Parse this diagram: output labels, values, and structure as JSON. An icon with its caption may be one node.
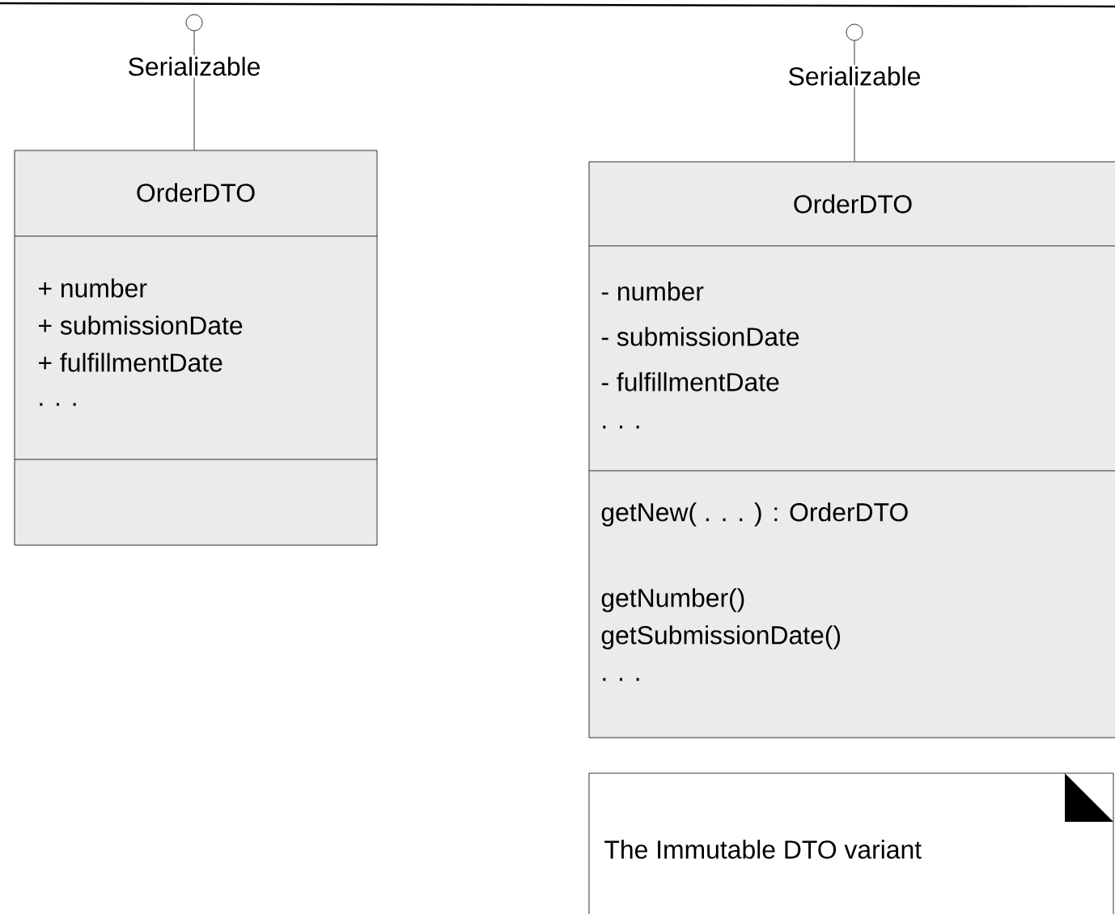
{
  "diagram": {
    "nodes": [
      {
        "text": [],
        "shape": "circle",
        "beside": [
          "Serializable"
        ]
      },
      {
        "text": [
          "OrderDTO",
          "+ number",
          "+ submissionDate",
          "+ fulfillmentDate",
          ". . ."
        ]
      },
      {
        "text": [],
        "shape": "circle",
        "beside": [
          "Serializable"
        ]
      },
      {
        "text": [
          "OrderDTO",
          "- number",
          "- submissionDate",
          "- fulfillmentDate",
          ". . .",
          "getNew( . . . ) : OrderDTO",
          "getNumber()",
          "getSubmissionDate()",
          ". . ."
        ]
      },
      {
        "text": [
          "The Immutable DTO variant"
        ]
      }
    ],
    "edges": [
      {
        "from": 0,
        "to": 1,
        "arrow": "none"
      },
      {
        "from": 2,
        "to": 3,
        "arrow": "none"
      }
    ]
  }
}
